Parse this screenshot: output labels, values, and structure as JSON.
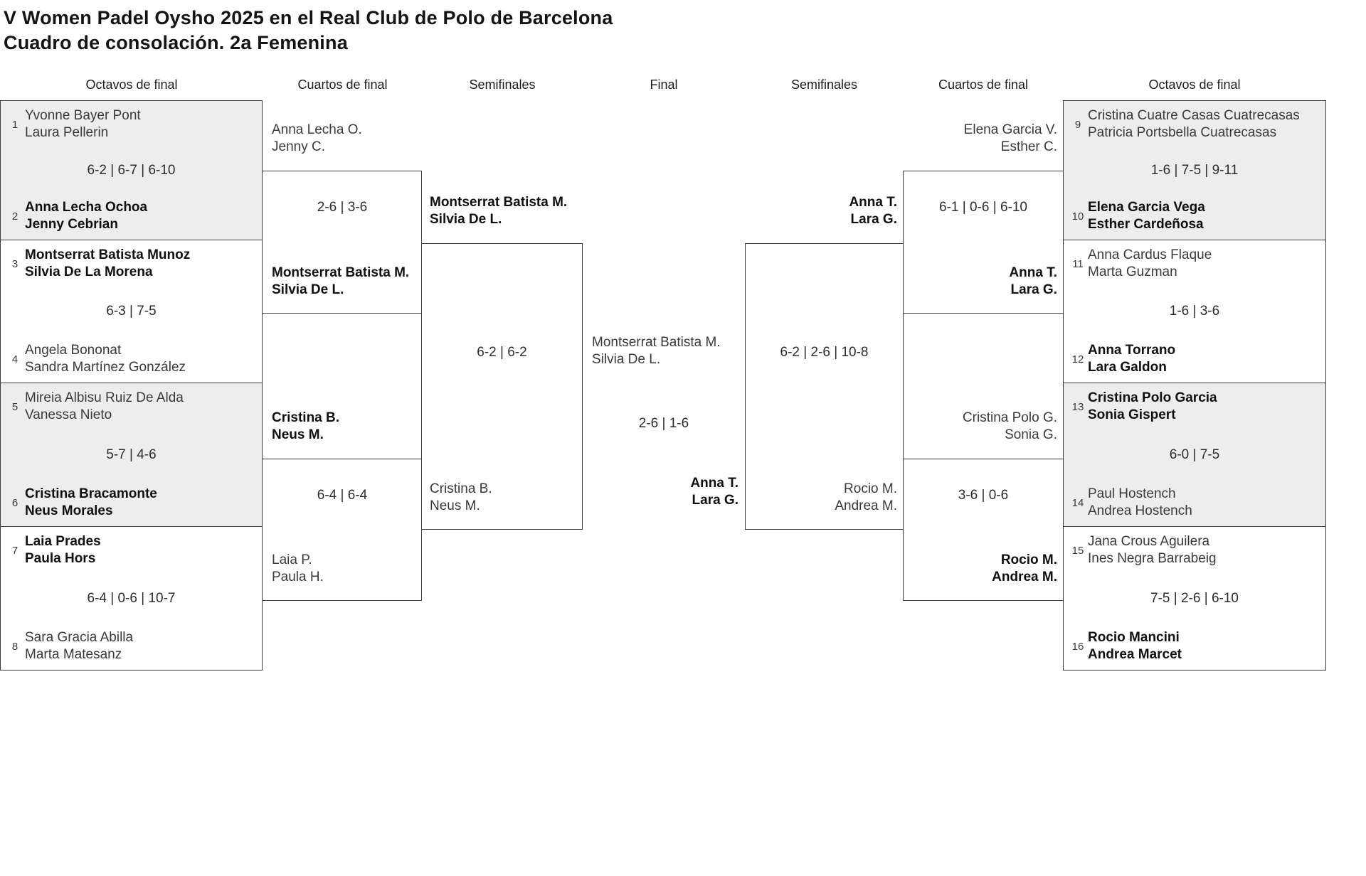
{
  "title": {
    "line1": "V Women Padel Oysho 2025 en el Real Club de Polo de Barcelona",
    "line2": "Cuadro de consolación. 2a Femenina"
  },
  "rounds": [
    "Octavos de final",
    "Cuartos de final",
    "Semifinales",
    "Final",
    "Semifinales",
    "Cuartos de final",
    "Octavos de final"
  ],
  "octavos": [
    {
      "seed1": "1",
      "team1": [
        "Yvonne Bayer Pont",
        "Laura Pellerin"
      ],
      "score": "6-2 | 6-7 | 6-10",
      "seed2": "2",
      "team2": [
        "Anna Lecha Ochoa",
        "Jenny Cebrian"
      ]
    },
    {
      "seed1": "3",
      "team1": [
        "Montserrat Batista Munoz",
        "Silvia De La Morena"
      ],
      "score": "6-3 | 7-5",
      "seed2": "4",
      "team2": [
        "Angela Bononat",
        "Sandra Martínez González"
      ]
    },
    {
      "seed1": "5",
      "team1": [
        "Mireia Albisu Ruiz De Alda",
        "Vanessa Nieto"
      ],
      "score": "5-7 | 4-6",
      "seed2": "6",
      "team2": [
        "Cristina Bracamonte",
        "Neus Morales"
      ]
    },
    {
      "seed1": "7",
      "team1": [
        "Laia Prades",
        "Paula Hors"
      ],
      "score": "6-4 | 0-6 | 10-7",
      "seed2": "8",
      "team2": [
        "Sara Gracia Abilla",
        "Marta Matesanz"
      ]
    },
    {
      "seed1": "9",
      "team1": [
        "Cristina Cuatre Casas Cuatrecasas",
        "Patricia Portsbella Cuatrecasas"
      ],
      "score": "1-6 | 7-5 | 9-11",
      "seed2": "10",
      "team2": [
        "Elena Garcia Vega",
        "Esther Cardeñosa"
      ]
    },
    {
      "seed1": "11",
      "team1": [
        "Anna Cardus Flaque",
        "Marta Guzman"
      ],
      "score": "1-6 | 3-6",
      "seed2": "12",
      "team2": [
        "Anna Torrano",
        "Lara Galdon"
      ]
    },
    {
      "seed1": "13",
      "team1": [
        "Cristina Polo Garcia",
        "Sonia Gispert"
      ],
      "score": "6-0 | 7-5",
      "seed2": "14",
      "team2": [
        "Paul Hostench",
        "Andrea Hostench"
      ]
    },
    {
      "seed1": "15",
      "team1": [
        "Jana Crous Aguilera",
        "Ines Negra Barrabeig"
      ],
      "score": "7-5 | 2-6 | 6-10",
      "seed2": "16",
      "team2": [
        "Rocio Mancini",
        "Andrea Marcet"
      ]
    }
  ],
  "cuartos": [
    {
      "team1": [
        "Anna Lecha O.",
        "Jenny C."
      ],
      "score": "2-6 | 3-6",
      "team2": [
        "Montserrat Batista M.",
        "Silvia De L."
      ]
    },
    {
      "team1": [
        "Cristina B.",
        "Neus M."
      ],
      "score": "6-4 | 6-4",
      "team2": [
        "Laia P.",
        "Paula H."
      ]
    },
    {
      "team1": [
        "Elena Garcia V.",
        "Esther C."
      ],
      "score": "6-1 | 0-6 | 6-10",
      "team2": [
        "Anna T.",
        "Lara G."
      ]
    },
    {
      "team1": [
        "Cristina Polo G.",
        "Sonia G."
      ],
      "score": "3-6 | 0-6",
      "team2": [
        "Rocio M.",
        "Andrea M."
      ]
    }
  ],
  "semifinales": [
    {
      "team1": [
        "Montserrat Batista M.",
        "Silvia De L."
      ],
      "score": "6-2 | 6-2",
      "team2": [
        "Cristina B.",
        "Neus M."
      ]
    },
    {
      "team1": [
        "Anna T.",
        "Lara G."
      ],
      "score": "6-2 | 2-6 | 10-8",
      "team2": [
        "Rocio M.",
        "Andrea M."
      ]
    }
  ],
  "final": {
    "team1": [
      "Montserrat Batista M.",
      "Silvia De L."
    ],
    "score": "2-6 | 1-6",
    "team2": [
      "Anna T.",
      "Lara G."
    ]
  }
}
